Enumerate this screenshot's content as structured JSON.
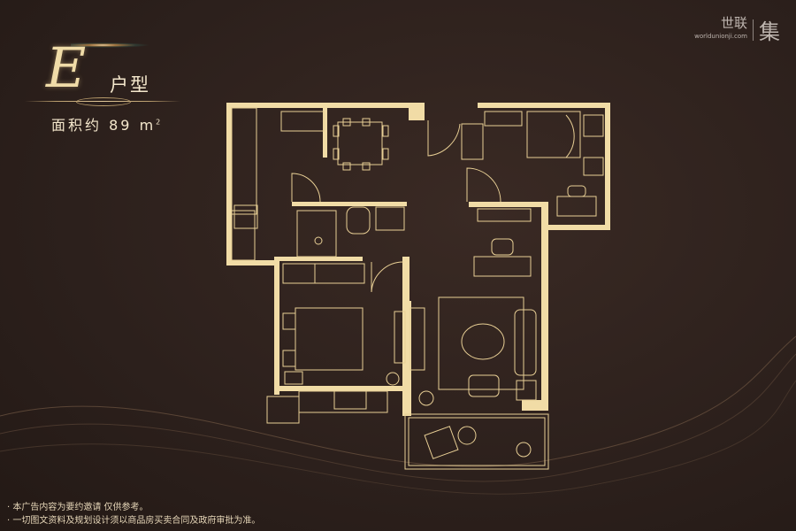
{
  "header": {
    "unit_letter": "E",
    "unit_type": "户型",
    "area_label": "面积约",
    "area_value": "89",
    "area_unit": "m",
    "area_unit_sup": "2"
  },
  "logo": {
    "name": "世联",
    "url": "worldunionji.com",
    "ji": "集"
  },
  "notes": [
    "· 本广告内容为要约邀请 仅供参考。",
    "· 一切图文资料及规划设计须以商品房买卖合同及政府审批为准。"
  ],
  "colors": {
    "background": "#2e211d",
    "wall": "#f1dca6",
    "line": "#e8cf95"
  }
}
